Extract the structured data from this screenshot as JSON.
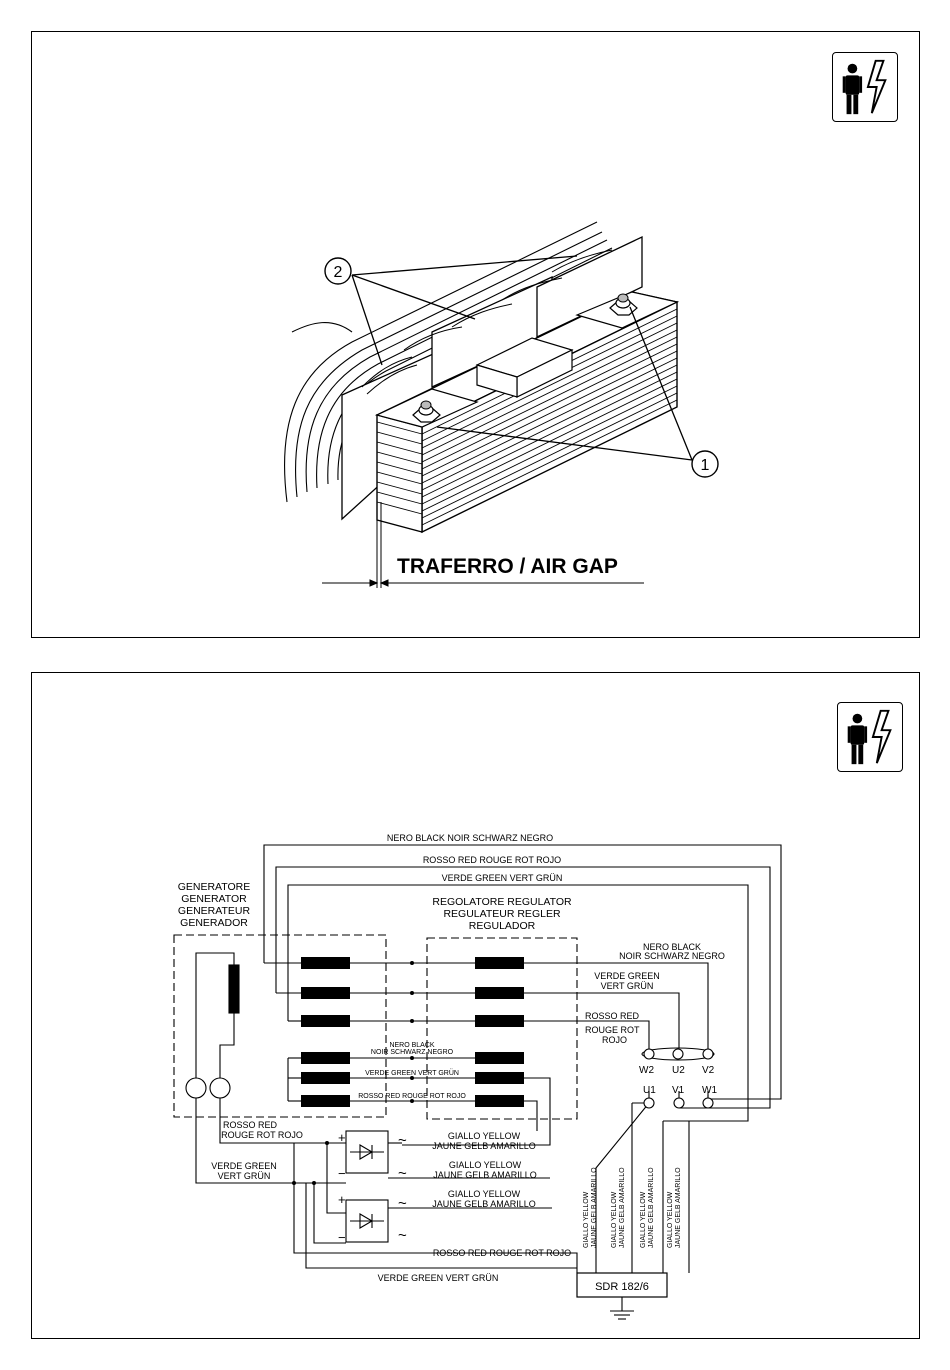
{
  "top_panel": {
    "caption": "TRAFERRO / AIR GAP",
    "callouts": [
      "1",
      "2"
    ]
  },
  "bottom_panel": {
    "generator_label": [
      "GENERATORE",
      "GENERATOR",
      "GENERATEUR",
      "GENERADOR"
    ],
    "regulator_label": [
      "REGOLATORE REGULATOR",
      "REGULATEUR  REGLER",
      "REGULADOR"
    ],
    "wire_black_top": "NERO BLACK NOIR SCHWARZ NEGRO",
    "wire_red_top": "ROSSO RED ROUGE ROT ROJO",
    "wire_green_top": "VERDE GREEN VERT GRÜN",
    "right_black": [
      "NERO BLACK",
      "NOIR SCHWARZ NEGRO"
    ],
    "right_green": [
      "VERDE GREEN",
      "VERT GRÜN"
    ],
    "right_red": [
      "ROSSO RED",
      "ROUGE ROT",
      "ROJO"
    ],
    "mid_black": [
      "NERO BLACK",
      "NOIR SCHWARZ NEGRO"
    ],
    "mid_green": "VERDE GREEN VERT GRÜN",
    "mid_red": "ROSSO RED ROUGE ROT ROJO",
    "left_red": [
      "ROSSO RED",
      "ROUGE ROT ROJO"
    ],
    "left_green": [
      "VERDE GREEN",
      "VERT GRÜN"
    ],
    "yellow_1": [
      "GIALLO YELLOW",
      "JAUNE GELB AMARILLO"
    ],
    "yellow_2": [
      "GIALLO YELLOW",
      "JAUNE GELB AMARILLO"
    ],
    "yellow_3": [
      "GIALLO YELLOW",
      "JAUNE GELB AMARILLO"
    ],
    "bottom_red": "ROSSO RED ROUGE ROT ROJO",
    "bottom_green": "VERDE GREEN VERT GRÜN",
    "vertical_yellow": [
      "GIALLO YELLOW",
      "JAUNE GELB AMARILLO"
    ],
    "terminals_top": [
      "W2",
      "U2",
      "V2"
    ],
    "terminals_bottom": [
      "U1",
      "V1",
      "W1"
    ],
    "connector_label": "SDR 182/6",
    "plus_sign": "+",
    "minus_sign": "−",
    "ac_sign": "~"
  }
}
